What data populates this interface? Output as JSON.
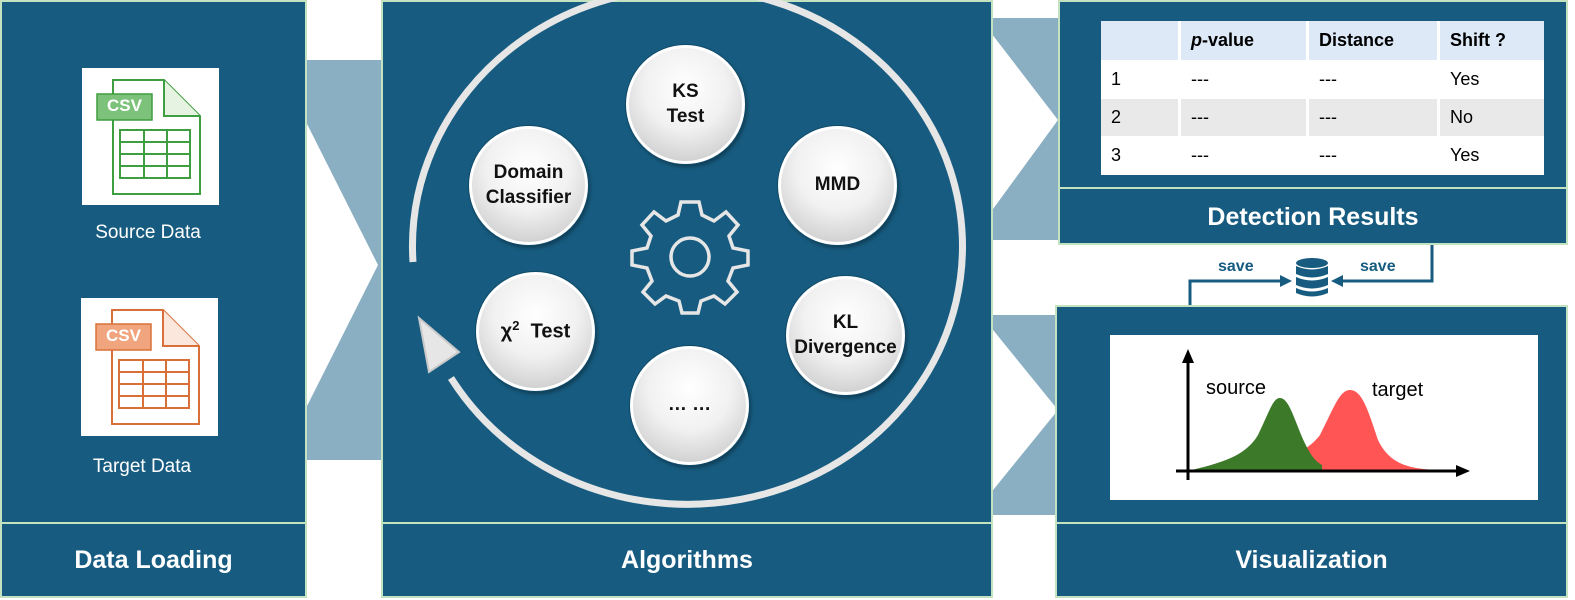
{
  "panels": {
    "data_loading": {
      "title": "Data Loading",
      "files": [
        {
          "badge": "CSV",
          "label": "Source Data",
          "color": "#3f9e3f",
          "badge_bg": "#7cc27a"
        },
        {
          "badge": "CSV",
          "label": "Target Data",
          "color": "#d9703a",
          "badge_bg": "#f0a57e"
        }
      ]
    },
    "algorithms": {
      "title": "Algorithms",
      "items": [
        "KS\nTest",
        "MMD",
        "KL\nDivergence",
        "……",
        "χ2 Test",
        "Domain\nClassifier"
      ],
      "ks": "KS",
      "test": "Test",
      "mmd": "MMD",
      "kl": "KL",
      "divergence": "Divergence",
      "ellipsis": "… …",
      "chi": "χ",
      "chi_sup": "2",
      "chi_test": "Test",
      "domain": "Domain",
      "classifier": "Classifier",
      "icon": "gear-icon"
    },
    "detection_results": {
      "title": "Detection Results",
      "columns": [
        "",
        "p-value",
        "Distance",
        "Shift ?"
      ],
      "col_p_italic": "p",
      "col_p_rest": "-value",
      "rows": [
        {
          "id": "1",
          "p_value": "---",
          "distance": "---",
          "shift": "Yes"
        },
        {
          "id": "2",
          "p_value": "---",
          "distance": "---",
          "shift": "No"
        },
        {
          "id": "3",
          "p_value": "---",
          "distance": "---",
          "shift": "Yes"
        }
      ]
    },
    "storage": {
      "save_left": "save",
      "save_right": "save",
      "icon": "database-icon"
    },
    "visualization": {
      "title": "Visualization",
      "source_label": "source",
      "target_label": "target",
      "source_color": "#3c7a2a",
      "target_color": "#ff5555"
    }
  },
  "colors": {
    "panel": "#175c80",
    "connector": "#8aafc2",
    "border": "#c3e3c0"
  }
}
